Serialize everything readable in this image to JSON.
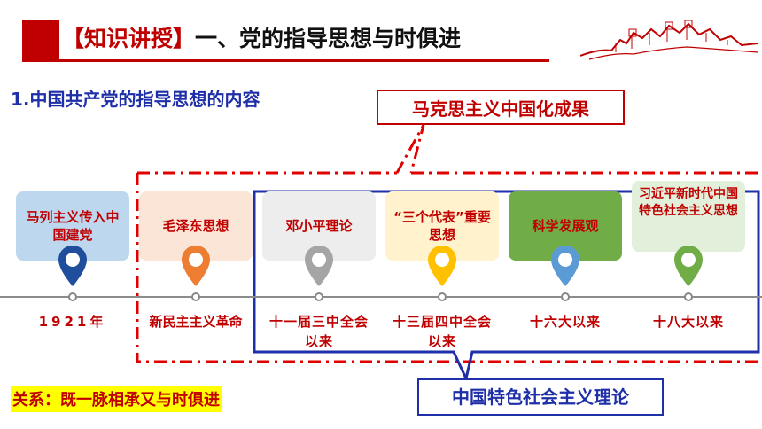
{
  "header": {
    "bracket_open": "【",
    "bracket_text": "知识讲授",
    "bracket_close": "】",
    "title": "一、党的指导思想与时俱进"
  },
  "subtitle": "1.中国共产党的指导思想的内容",
  "callout_top": "马克思主义中国化成果",
  "callout_bottom": "中国特色社会主义理论",
  "relation": "关系：既一脉相承又与时俱进",
  "nodes": [
    {
      "label": "马列主义传入中国建党",
      "period": "1921年",
      "card_color": "#bdd7ee",
      "text_color": "#c00000",
      "pin_color": "#1f4e9c"
    },
    {
      "label": "毛泽东思想",
      "period": "新民主主义革命",
      "card_color": "#fbe5d6",
      "text_color": "#c00000",
      "pin_color": "#ed7d31"
    },
    {
      "label": "邓小平理论",
      "period": "十一届三中全会以来",
      "card_color": "#ededed",
      "text_color": "#c00000",
      "pin_color": "#a5a5a5"
    },
    {
      "label": "“三个代表”重要思想",
      "period": "十三届四中全会以来",
      "card_color": "#fff2cc",
      "text_color": "#c00000",
      "pin_color": "#ffc000"
    },
    {
      "label": "科学发展观",
      "period": "十六大以来",
      "card_color": "#70ad47",
      "text_color": "#c00000",
      "pin_color": "#5b9bd5"
    },
    {
      "label": "习近平新时代中国特色社会主义思想",
      "period": "十八大以来",
      "card_color": "#e2efda",
      "text_color": "#c00000",
      "pin_color": "#70ad47"
    }
  ],
  "colors": {
    "accent_red": "#c00000",
    "accent_blue": "#1f2fa8",
    "highlight": "#ffff00"
  }
}
